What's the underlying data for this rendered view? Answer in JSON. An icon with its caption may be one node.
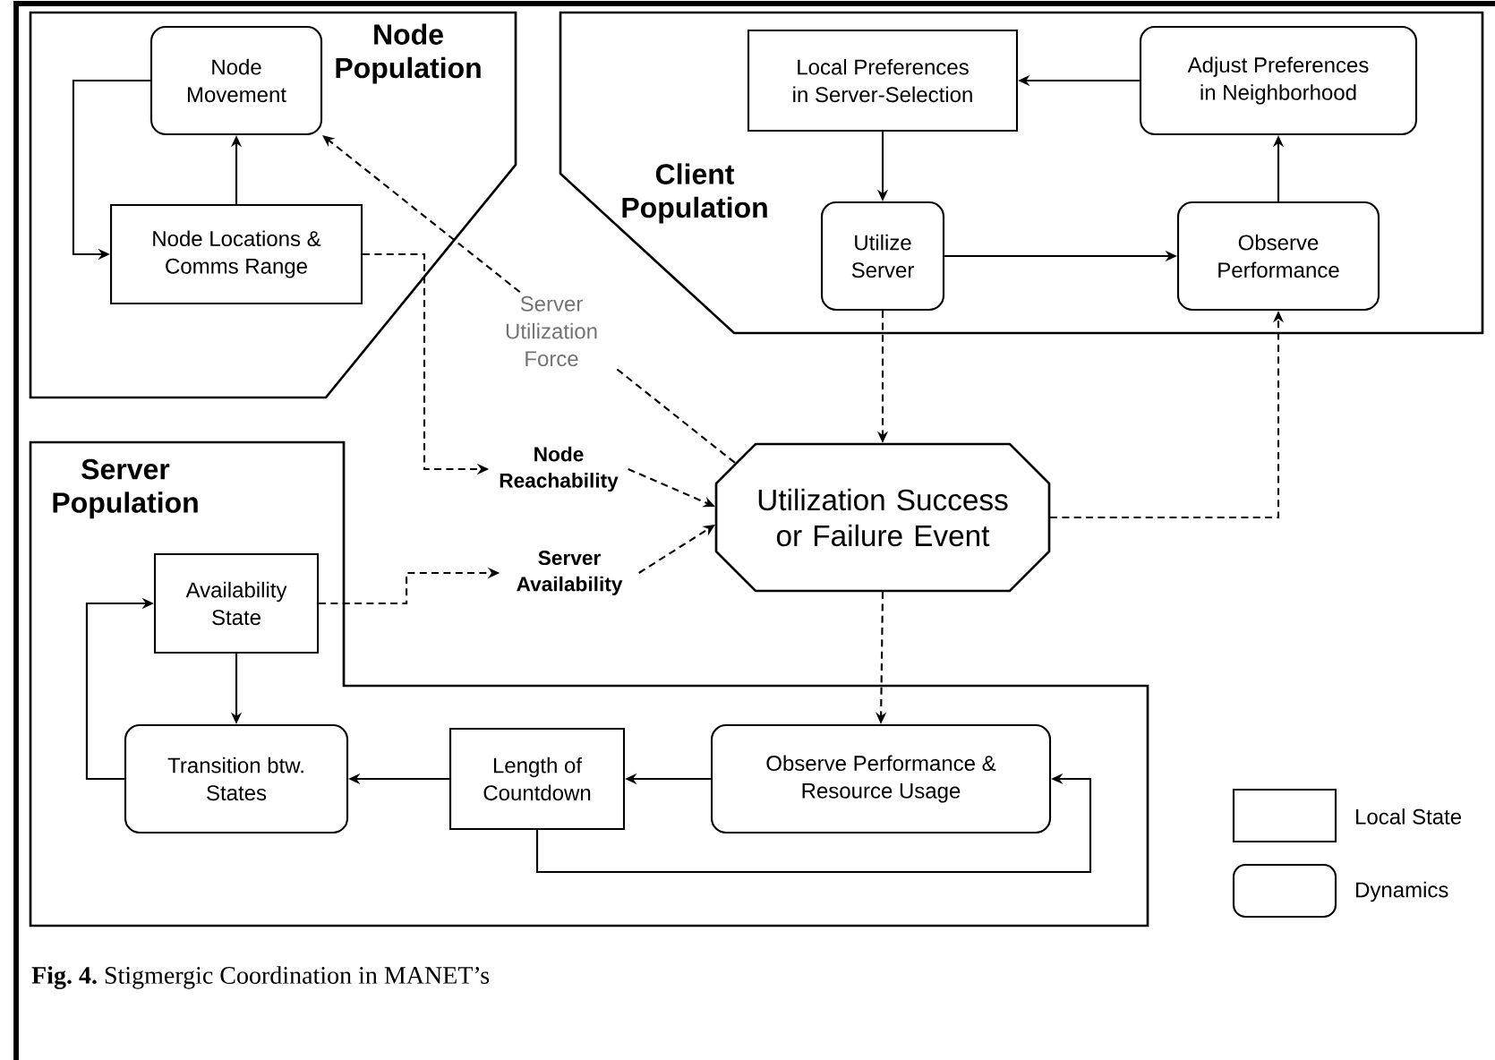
{
  "diagram": {
    "caption": "**Fig. 4.** Stigmergic Coordination in MANET’s",
    "nodes": [
      {
        "text": [
          "Node Population"
        ]
      },
      {
        "text": [
          "Node Movement"
        ],
        "in": 0
      },
      {
        "text": [
          "Node Locations & Comms Range"
        ],
        "in": 0
      },
      {
        "text": [
          "Client Population"
        ]
      },
      {
        "text": [
          "Local Preferences in Server-Selection"
        ],
        "in": 3
      },
      {
        "text": [
          "Adjust Preferences in Neighborhood"
        ],
        "in": 3
      },
      {
        "text": [
          "Utilize Server"
        ],
        "in": 3
      },
      {
        "text": [
          "Observe Performance"
        ],
        "in": 3
      },
      {
        "text": [
          "Node Reachability"
        ]
      },
      {
        "text": [
          "Server Availability"
        ]
      },
      {
        "text": [
          "Utilization Success or Failure Event"
        ]
      },
      {
        "text": [
          "Server Population"
        ]
      },
      {
        "text": [
          "Availability State"
        ],
        "in": 11
      },
      {
        "text": [
          "Transition btw. States"
        ],
        "in": 11
      },
      {
        "text": [
          "Length of Countdown"
        ],
        "in": 11
      },
      {
        "text": [
          "Observe Performance & Resource Usage"
        ],
        "in": 11
      }
    ],
    "edges": [
      {
        "from": 2,
        "to": 1,
        "arrow": "to"
      },
      {
        "from": 1,
        "to": 2,
        "arrow": "to"
      },
      {
        "from": 10,
        "to": 1,
        "arrow": "to",
        "style": "dashed",
        "label": "Server Utilization Force"
      },
      {
        "from": 2,
        "to": 8,
        "arrow": "to",
        "style": "dashed"
      },
      {
        "from": 5,
        "to": 4,
        "arrow": "to"
      },
      {
        "from": 4,
        "to": 6,
        "arrow": "to"
      },
      {
        "from": 6,
        "to": 7,
        "arrow": "to"
      },
      {
        "from": 7,
        "to": 5,
        "arrow": "to"
      },
      {
        "from": 6,
        "to": 10,
        "arrow": "to",
        "style": "dashed"
      },
      {
        "from": 10,
        "to": 7,
        "arrow": "to",
        "style": "dashed"
      },
      {
        "from": 8,
        "to": 10,
        "arrow": "to",
        "style": "dashed"
      },
      {
        "from": 12,
        "to": 9,
        "arrow": "to",
        "style": "dashed"
      },
      {
        "from": 9,
        "to": 10,
        "arrow": "to",
        "style": "dashed"
      },
      {
        "from": 10,
        "to": 15,
        "arrow": "to",
        "style": "dashed"
      },
      {
        "from": 12,
        "to": 13,
        "arrow": "to"
      },
      {
        "from": 13,
        "to": 12,
        "arrow": "to"
      },
      {
        "from": 15,
        "to": 14,
        "arrow": "to"
      },
      {
        "from": 14,
        "to": 13,
        "arrow": "to"
      },
      {
        "from": 14,
        "to": 15,
        "arrow": "to"
      }
    ],
    "legend": [
      {
        "text": "Local State"
      },
      {
        "text": "Dynamics"
      }
    ]
  }
}
